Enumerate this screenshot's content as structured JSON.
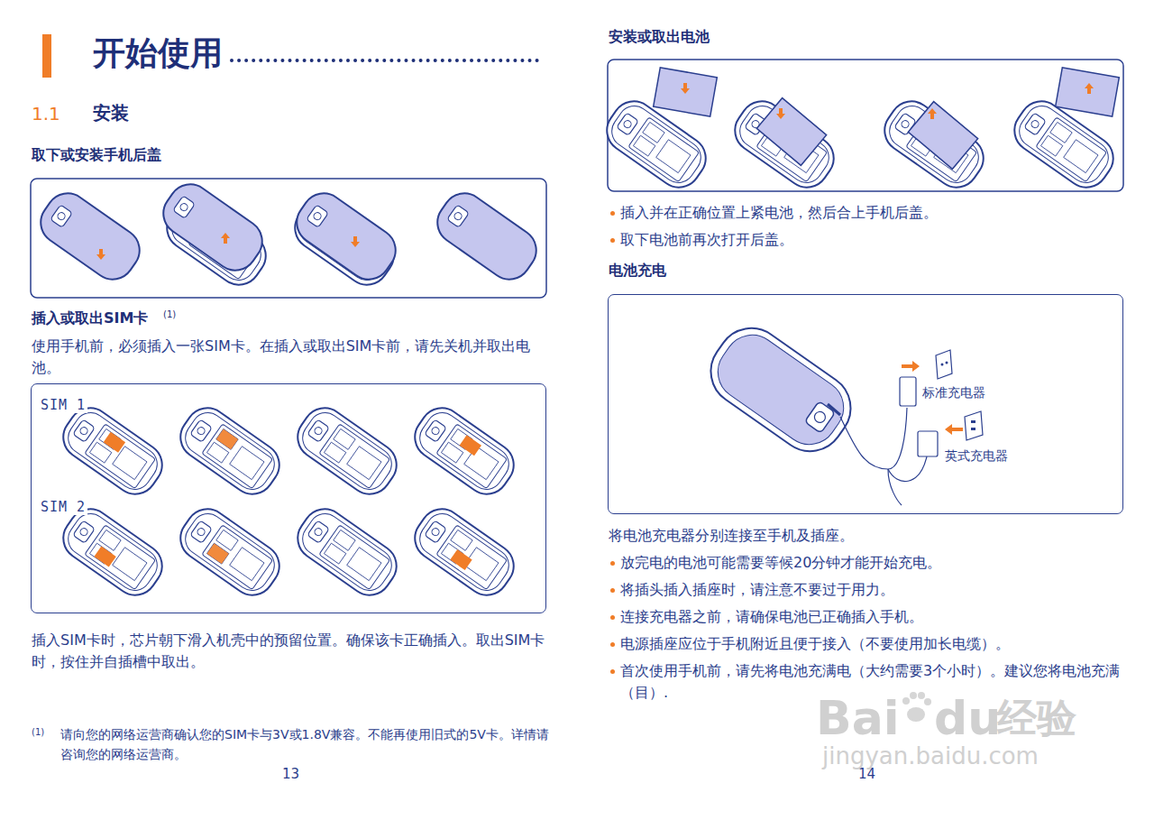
{
  "diagram": {
    "nodes": [
      {
        "text": [
          "SIM 1",
          "SIM 2"
        ]
      },
      {
        "text": [
          "标准充电器",
          "英式充电器"
        ]
      }
    ],
    "labels": [
      "开始使用",
      "1.1",
      "安装",
      "取下或安装手机后盖",
      "插入或取出SIM卡",
      "(1)",
      "使用手机前，必须插入一张SIM卡。在插入或取出SIM卡前，请先关机并取出电池。",
      "插入SIM卡时，芯片朝下滑入机壳中的预留位置。确保该卡正确插入。取出SIM卡时，按住并自插槽中取出。",
      "(1)",
      "请向您的网络运营商确认您的SIM卡与3V或1.8V兼容。不能再使用旧式的5V卡。详情请咨询您的网络运营商。",
      "13",
      "安装或取出电池",
      "插入并在正确位置上紧电池，然后合上手机后盖。",
      "取下电池前再次打开后盖。",
      "电池充电",
      "将电池充电器分别连接至手机及插座。",
      "放完电的电池可能需要等候20分钟才能开始充电。",
      "将插头插入插座时，请注意不要过于用力。",
      "连接充电器之前，请确保电池已正确插入手机。",
      "电源插座应位于手机附近且便于接入（不要使用加长电缆）。",
      "首次使用手机前，请先将电池充满电（大约需要3个小时）。建议您将电池充满（目）.",
      "14",
      "Bai",
      "du",
      "经验",
      "jingyan.baidu.com"
    ]
  }
}
